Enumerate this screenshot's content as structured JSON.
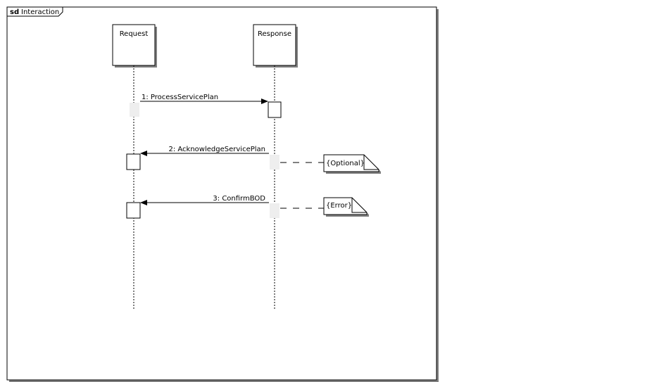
{
  "frame": {
    "keyword": "sd",
    "name": "Interaction"
  },
  "lifelines": [
    {
      "name": "Request"
    },
    {
      "name": "Response"
    }
  ],
  "messages": [
    {
      "label": "1: ProcessServicePlan"
    },
    {
      "label": "2: AcknowledgeServicePlan"
    },
    {
      "label": "3: ConfirmBOD"
    }
  ],
  "notes": [
    {
      "text": "{Optional}"
    },
    {
      "text": "{Error}"
    }
  ],
  "colors": {
    "line": "#000000",
    "shadow": "#808080",
    "ghost": "#eeeeee"
  }
}
